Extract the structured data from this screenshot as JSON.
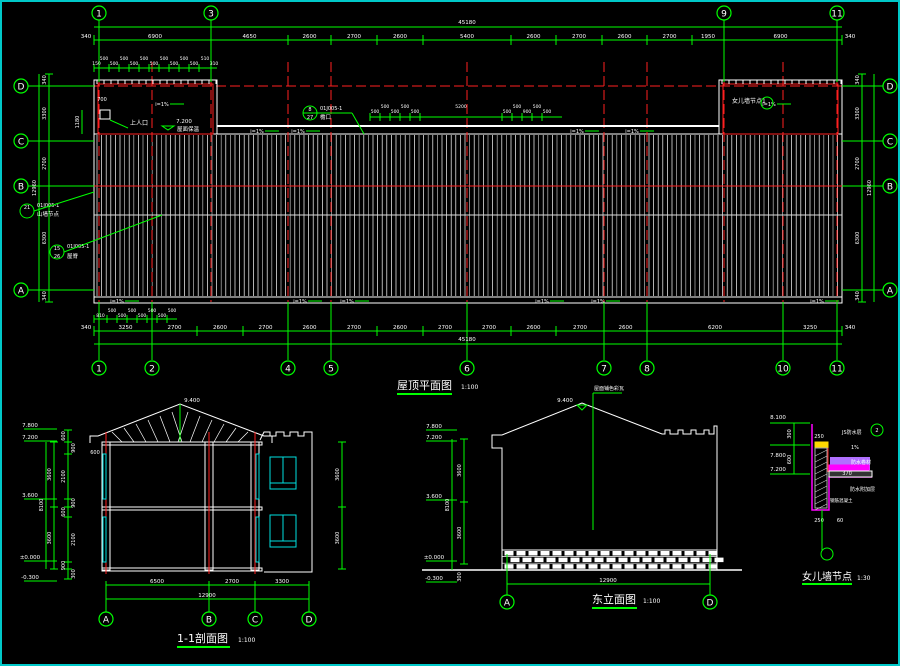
{
  "colors": {
    "background": "#000000",
    "border": "#00c8c8",
    "dim": "#00ff00",
    "axis": "#ff2020",
    "wall": "#ffffff",
    "window": "#00e0e0",
    "detail_magenta": "#ff00ff",
    "detail_violet": "#b070ff",
    "detail_yellow": "#ffd800"
  },
  "plan": {
    "title": "屋顶平面图",
    "scale": "1:100",
    "top_axes": [
      "1",
      "3",
      "9",
      "11"
    ],
    "bottom_axes": [
      "1",
      "2",
      "4",
      "5",
      "6",
      "7",
      "8",
      "10",
      "11"
    ],
    "row_axes": [
      "D",
      "C",
      "B",
      "A"
    ],
    "overall_dim": "45180",
    "top_dims": [
      "340",
      "6900",
      "4650",
      "2600",
      "2700",
      "2600",
      "5400",
      "2600",
      "2700",
      "2600",
      "2700",
      "1950",
      "6900",
      "340"
    ],
    "bottom_dims": [
      "340",
      "3250",
      "2700",
      "2600",
      "2700",
      "2600",
      "2700",
      "2600",
      "2700",
      "2700",
      "2600",
      "2700",
      "2600",
      "6200",
      "3250",
      "340"
    ],
    "left_dims": [
      "340",
      "3300",
      "2700",
      "6300",
      "340"
    ],
    "left_overall": "12960",
    "right_dims": [
      "340",
      "3300",
      "2700",
      "6300",
      "340"
    ],
    "right_overall": "12960",
    "parapet_dims_top": [
      "150",
      "500",
      "500",
      "500",
      "500",
      "500",
      "500",
      "500",
      "500",
      "500",
      "500",
      "510",
      "310"
    ],
    "parapet_dims_bottom": [
      "810",
      "500",
      "500",
      "500",
      "500",
      "500",
      "500",
      "500"
    ],
    "gutter_dims": [
      "500",
      "500",
      "500",
      "500",
      "500",
      "5200",
      "500",
      "500",
      "900",
      "500",
      "500"
    ],
    "notes": {
      "roof_access": "上人口",
      "elev_720": "7.200",
      "roof_insulation": "屋面保温",
      "slope": "i=1%",
      "detail_ref": "01J005-1",
      "detail_no_27": "27",
      "detail_no_8": "8",
      "eave": "檐口",
      "parapet_detail_ref": "女儿墙节点1",
      "gable_detail": "山墙节点",
      "ridge": "屋脊",
      "detail_no_21": "21",
      "detail_no_15": "15",
      "detail_no_26": "26",
      "dim_700": "700",
      "dim_1180": "1180"
    }
  },
  "section": {
    "title": "1-1剖面图",
    "scale": "1:100",
    "axes": [
      "A",
      "B",
      "C",
      "D"
    ],
    "elevations": [
      "7.800",
      "7.200",
      "3.600",
      "±0.000",
      "-0.300"
    ],
    "ridge_elev": "9.400",
    "bottom_dims": [
      "6500",
      "2700",
      "3300"
    ],
    "overall": "12900",
    "left_dims": [
      "3600",
      "3600",
      "8100"
    ],
    "sub_dims": [
      "600",
      "900",
      "2100",
      "900",
      "600",
      "2100",
      "900",
      "300"
    ],
    "right_dims": [
      "3600",
      "3600"
    ],
    "eave_dim": "600"
  },
  "elevation": {
    "title": "东立面图",
    "scale": "1:100",
    "axes": [
      "A",
      "D"
    ],
    "ridge_elev": "9.400",
    "leader_note": "屋面铺色彩瓦",
    "elevations": [
      "7.800",
      "7.200",
      "3.600",
      "±0.000",
      "-0.300"
    ],
    "left_dims": [
      "3600",
      "3600",
      "8100",
      "300"
    ],
    "overall": "12900"
  },
  "detail": {
    "title": "女儿墙节点",
    "scale": "1:30",
    "elevations": [
      "8.100",
      "7.800",
      "7.200"
    ],
    "dims": [
      "300",
      "600",
      "250",
      "370",
      "250",
      "60"
    ],
    "labels": [
      "JS防水层",
      "1%",
      "防水卷材",
      "防水附加层",
      "钢筋混凝土"
    ],
    "ref_no": "2"
  }
}
